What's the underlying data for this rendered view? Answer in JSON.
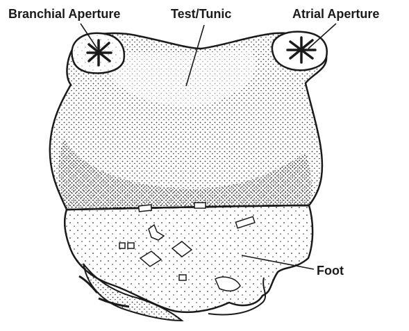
{
  "labels": {
    "branchial": "Branchial Aperture",
    "test": "Test/Tunic",
    "atrial": "Atrial Aperture",
    "foot": "Foot"
  },
  "colors": {
    "ink": "#1a1a1a",
    "stipple": "#333333",
    "paper": "#ffffff"
  }
}
